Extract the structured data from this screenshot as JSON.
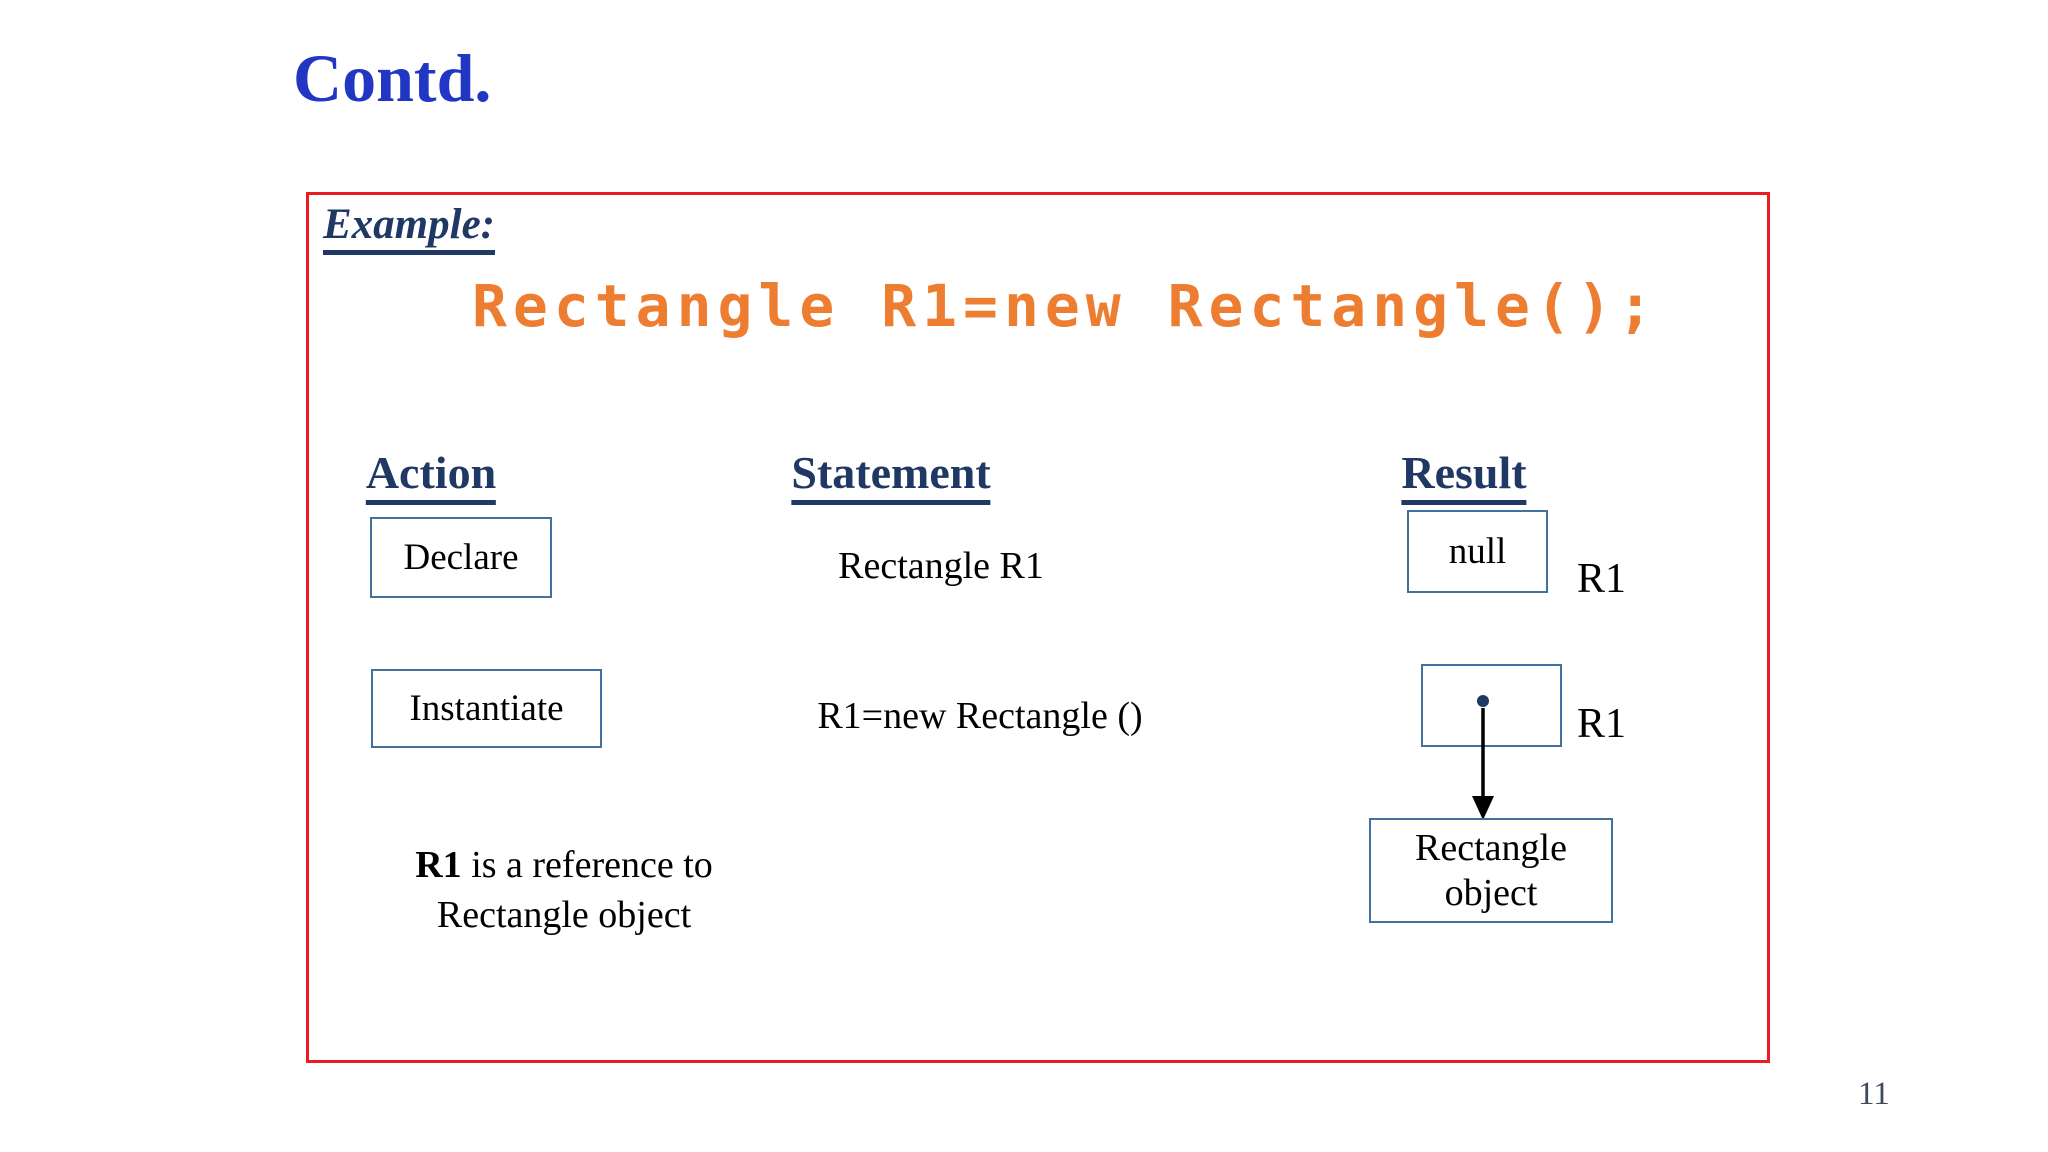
{
  "slide": {
    "title": "Contd.",
    "page_number": "11"
  },
  "example": {
    "label": "Example:",
    "code": "Rectangle R1=new Rectangle();"
  },
  "columns": {
    "action": "Action",
    "statement": "Statement",
    "result": "Result"
  },
  "rows": {
    "declare": {
      "action": "Declare",
      "statement": "Rectangle R1",
      "result_value": "null",
      "result_label": "R1"
    },
    "instantiate": {
      "action": "Instantiate",
      "statement": "R1=new Rectangle ()",
      "result_label": "R1",
      "object_line1": "Rectangle",
      "object_line2": "object"
    }
  },
  "caption": {
    "bold": "R1",
    "rest": "is a reference to",
    "line2": "Rectangle object"
  },
  "colors": {
    "title_blue": "#2236c4",
    "heading_navy": "#1f3864",
    "code_orange": "#ed7d31",
    "frame_red": "#e81c22",
    "box_border_blue": "#41719c",
    "body_text": "#000000",
    "page_number": "#3e4a5e"
  }
}
